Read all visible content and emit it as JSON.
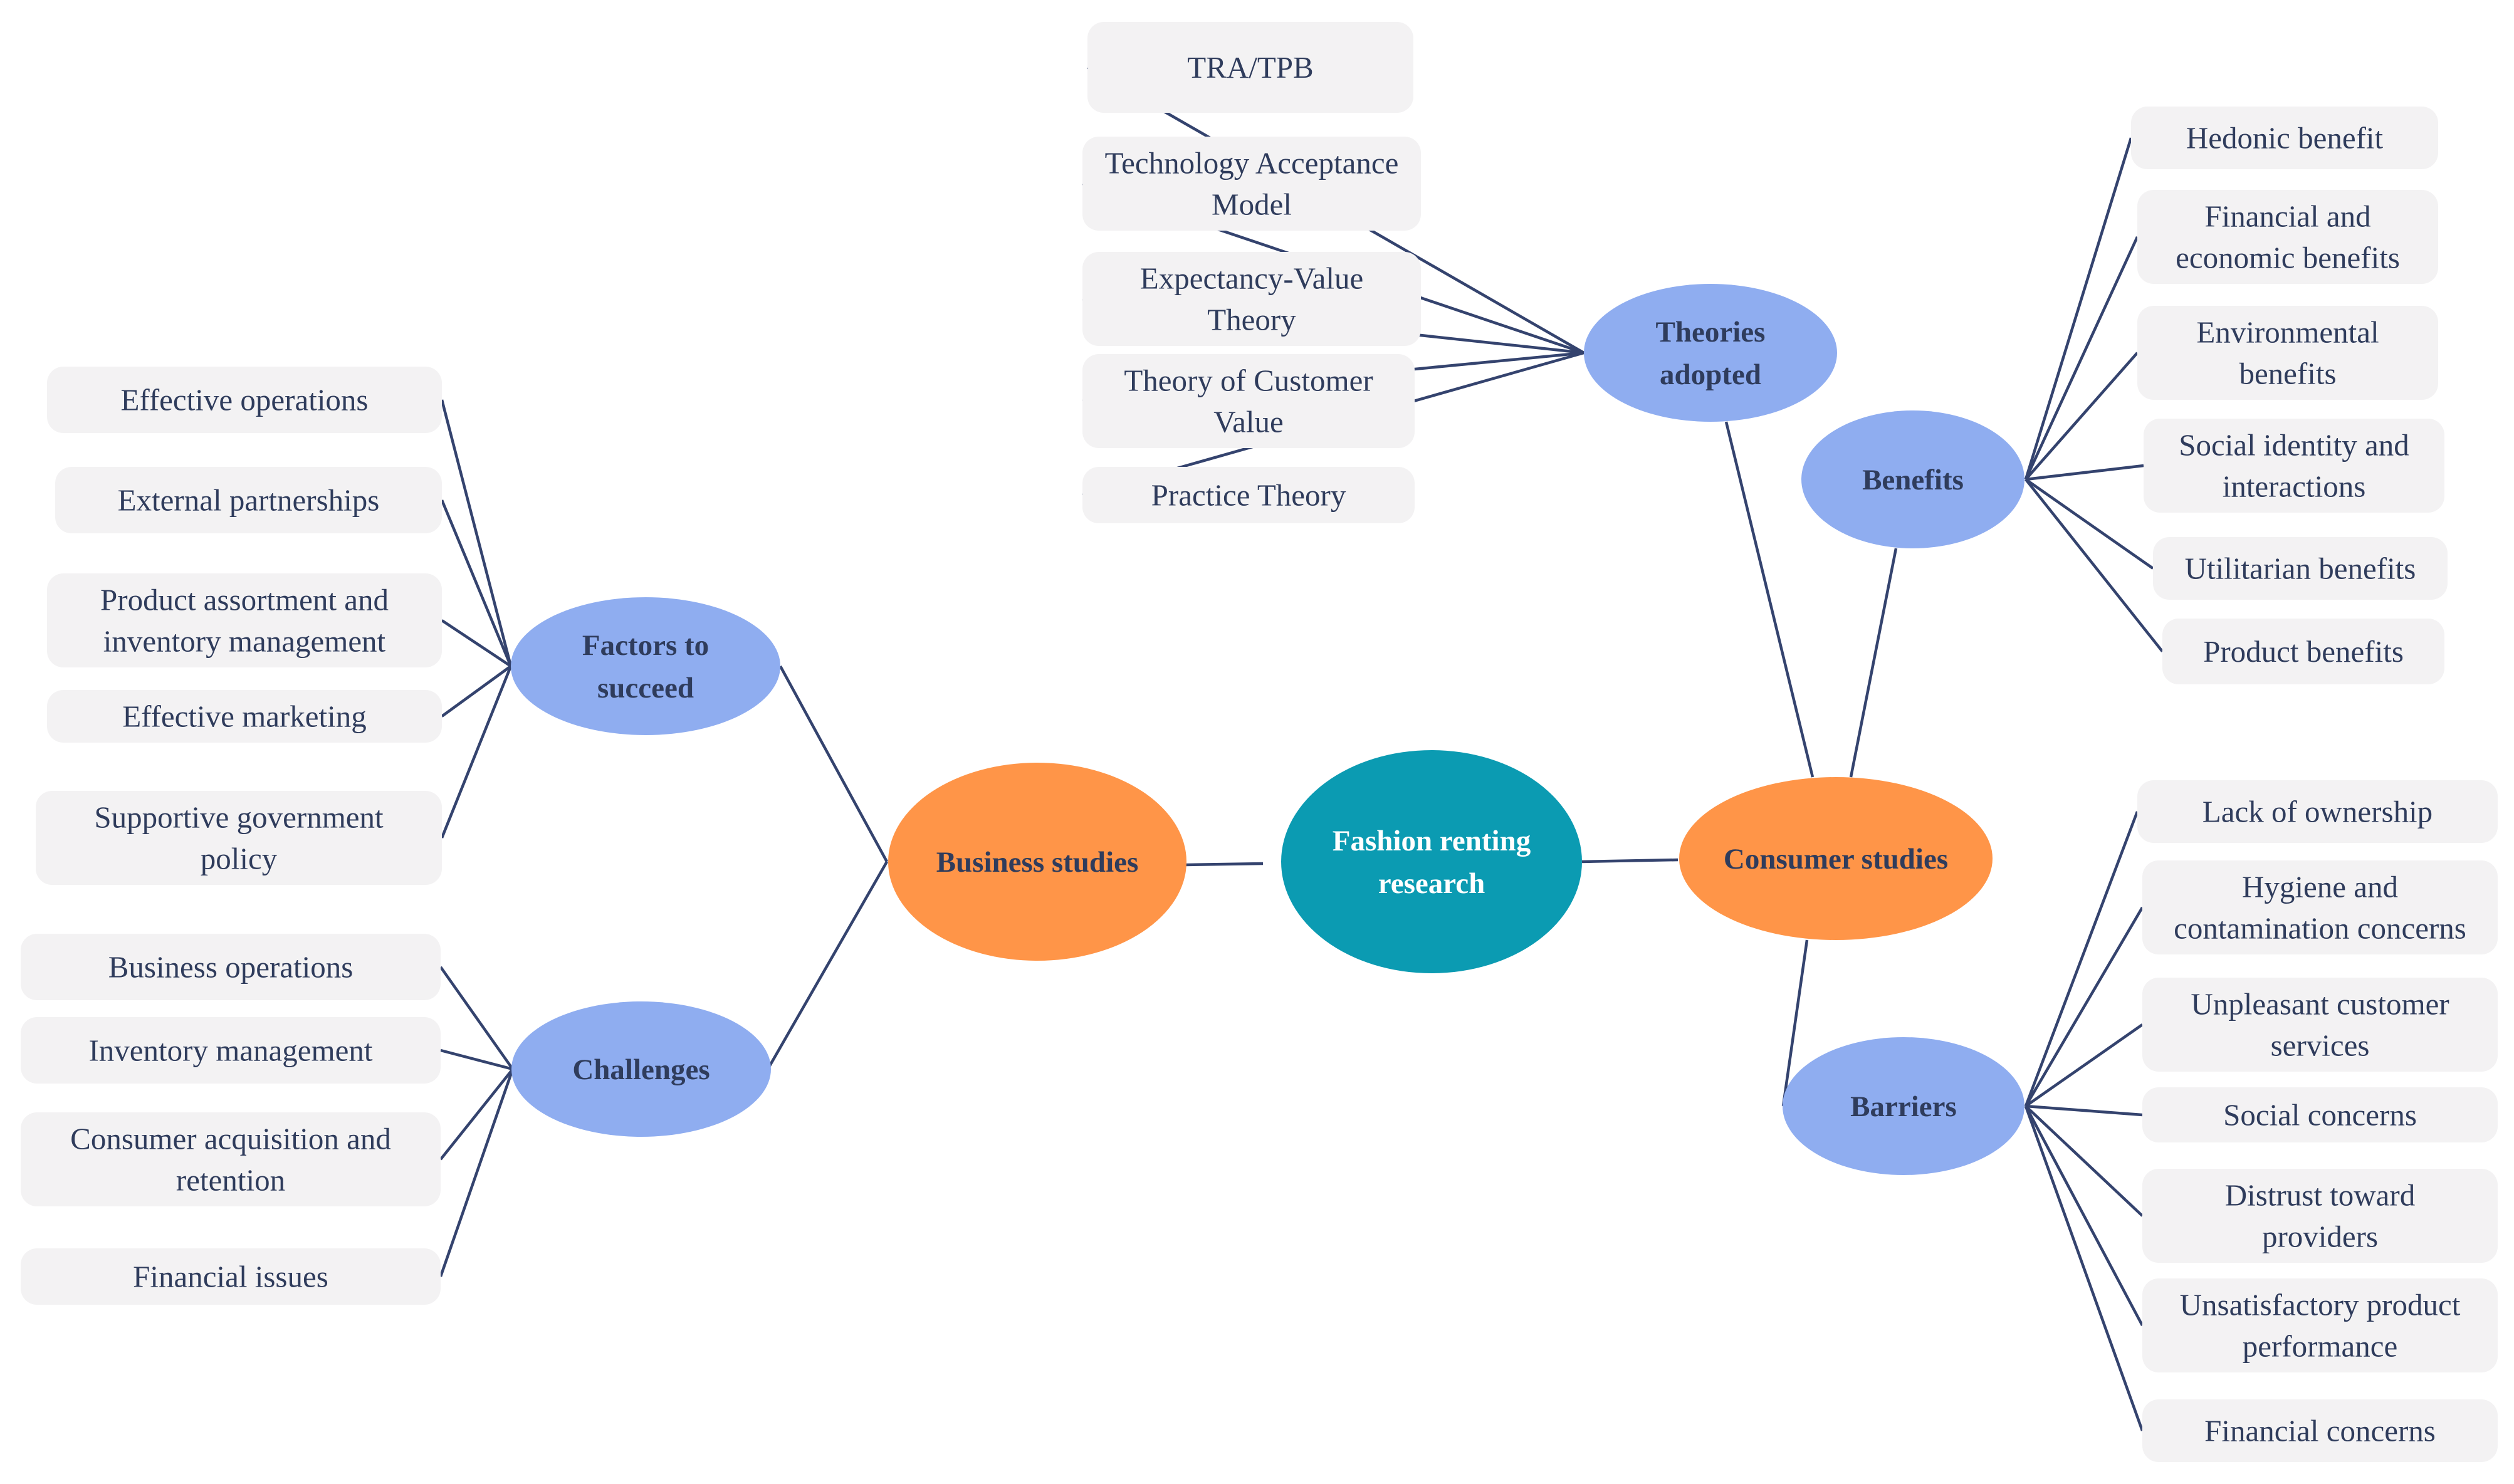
{
  "colors": {
    "center": "#0b9bb2",
    "primary": "#ff9548",
    "secondary": "#8fadf0",
    "leaf": "#f3f2f3",
    "edge": "#34436e",
    "dark_text": "#2f3c5c",
    "light_text": "#ffffff"
  },
  "nodes": {
    "center": {
      "lines": [
        "Fashion renting",
        "research"
      ]
    },
    "business": {
      "lines": [
        "Business studies"
      ]
    },
    "consumer": {
      "lines": [
        "Consumer studies"
      ]
    },
    "factors": {
      "lines": [
        "Factors to",
        "succeed"
      ]
    },
    "challenges": {
      "lines": [
        "Challenges"
      ]
    },
    "theories": {
      "lines": [
        "Theories",
        "adopted"
      ]
    },
    "benefits": {
      "lines": [
        "Benefits"
      ]
    },
    "barriers": {
      "lines": [
        "Barriers"
      ]
    }
  },
  "leaves": {
    "factors": [
      {
        "lines": [
          "Effective operations"
        ]
      },
      {
        "lines": [
          "External partnerships"
        ]
      },
      {
        "lines": [
          "Product assortment and",
          "inventory management"
        ]
      },
      {
        "lines": [
          "Effective marketing"
        ]
      },
      {
        "lines": [
          "Supportive government",
          "policy"
        ]
      }
    ],
    "challenges": [
      {
        "lines": [
          "Business operations"
        ]
      },
      {
        "lines": [
          "Inventory management"
        ]
      },
      {
        "lines": [
          "Consumer acquisition and",
          "retention"
        ]
      },
      {
        "lines": [
          "Financial issues"
        ]
      }
    ],
    "theories": [
      {
        "lines": [
          "TRA/TPB"
        ]
      },
      {
        "lines": [
          "Technology Acceptance",
          "Model"
        ]
      },
      {
        "lines": [
          "Expectancy-Value",
          "Theory"
        ]
      },
      {
        "lines": [
          "Theory of Customer",
          "Value"
        ]
      },
      {
        "lines": [
          "Practice Theory"
        ]
      }
    ],
    "benefits": [
      {
        "lines": [
          "Hedonic benefit"
        ]
      },
      {
        "lines": [
          "Financial and",
          "economic benefits"
        ]
      },
      {
        "lines": [
          "Environmental",
          "benefits"
        ]
      },
      {
        "lines": [
          "Social identity and",
          "interactions"
        ]
      },
      {
        "lines": [
          "Utilitarian benefits"
        ]
      },
      {
        "lines": [
          "Product benefits"
        ]
      }
    ],
    "barriers": [
      {
        "lines": [
          "Lack of ownership"
        ]
      },
      {
        "lines": [
          "Hygiene and",
          "contamination concerns"
        ]
      },
      {
        "lines": [
          "Unpleasant customer",
          "services"
        ]
      },
      {
        "lines": [
          "Social concerns"
        ]
      },
      {
        "lines": [
          "Distrust toward",
          "providers"
        ]
      },
      {
        "lines": [
          "Unsatisfactory product",
          "performance"
        ]
      },
      {
        "lines": [
          "Financial concerns"
        ]
      }
    ]
  }
}
